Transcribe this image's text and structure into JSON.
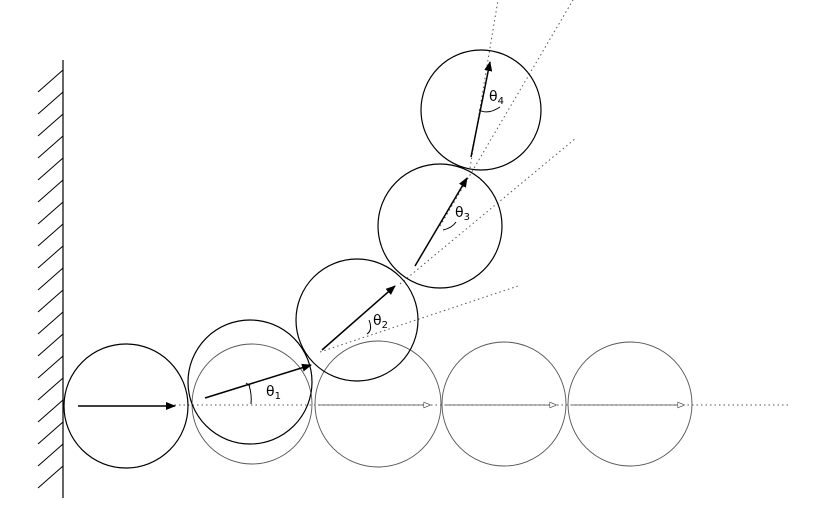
{
  "labels": {
    "theta1": {
      "symbol": "θ",
      "sub": "1"
    },
    "theta2": {
      "symbol": "θ",
      "sub": "2"
    },
    "theta3": {
      "symbol": "θ",
      "sub": "3"
    },
    "theta4": {
      "symbol": "θ",
      "sub": "4"
    }
  },
  "colors": {
    "stroke": "#000000",
    "faint_stroke": "#444444",
    "background": "#ffffff"
  }
}
